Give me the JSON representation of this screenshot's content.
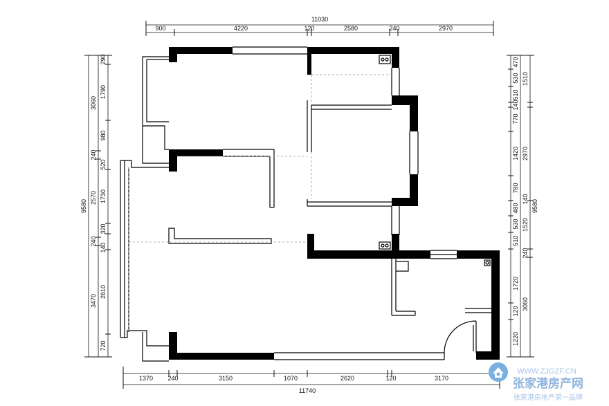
{
  "dimensions": {
    "top_total": "11030",
    "top": [
      "900",
      "4220",
      "120",
      "2580",
      "240",
      "2970"
    ],
    "bottom_total": "11740",
    "bottom": [
      "1370",
      "240",
      "3150",
      "1070",
      "2620",
      "120",
      "3170"
    ],
    "left_total": "9580",
    "left_outer": [
      "3060",
      "240",
      "2570",
      "240",
      "3470"
    ],
    "left_inner": [
      "290",
      "1790",
      "980",
      "520",
      "1730",
      "320",
      "140",
      "2610",
      "720"
    ],
    "right_total": "9580",
    "right_outer": [
      "1510",
      "2970",
      "140",
      "1520",
      "240",
      "3060"
    ],
    "right_inner": [
      "470",
      "530",
      "510",
      "140",
      "770",
      "1420",
      "780",
      "480",
      "530",
      "510",
      "1720",
      "120",
      "1220"
    ]
  },
  "watermark": {
    "url": "WWW.ZJGZF.CN",
    "brand": "张家港房产网",
    "slogan": "张家港房地产第一品牌",
    "icon": "house-logo-icon"
  }
}
